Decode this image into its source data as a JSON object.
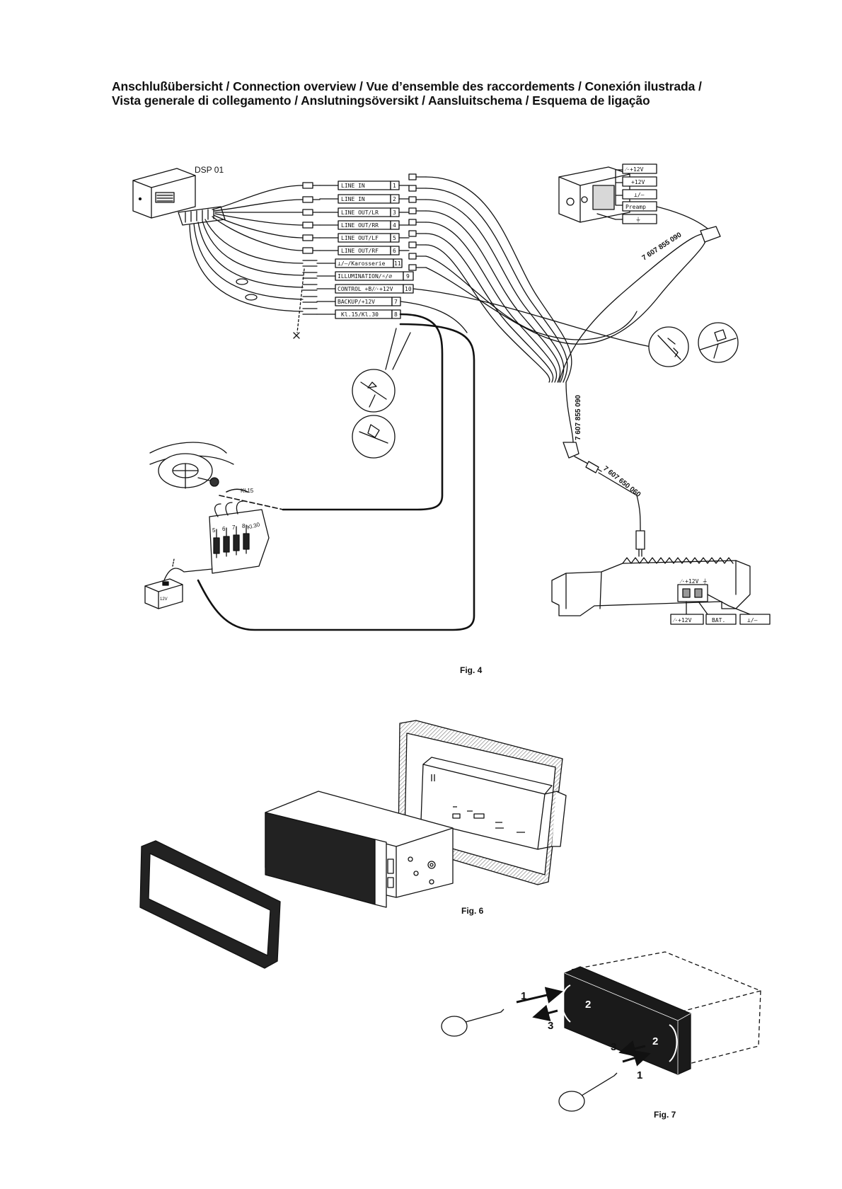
{
  "header": {
    "title_line1": "Anschlußübersicht / Connection overview / Vue d’ensemble des raccordements / Conexión ilustrada /",
    "title_line2": "Vista generale di collegamento / Anslutningsöversikt / Aansluitschema / Esquema de ligação"
  },
  "fig4": {
    "label": "Fig. 4",
    "device_label": "DSP 01",
    "connectors": [
      {
        "label": "LINE IN",
        "pin": "1"
      },
      {
        "label": "LINE IN",
        "pin": "2"
      },
      {
        "label": "LINE OUT/LR",
        "pin": "3"
      },
      {
        "label": "LINE OUT/RR",
        "pin": "4"
      },
      {
        "label": "LINE OUT/LF",
        "pin": "5"
      },
      {
        "label": "LINE OUT/RF",
        "pin": "6"
      },
      {
        "label": "⊥/–/Karosserie",
        "pin": "11"
      },
      {
        "label": "ILLUMINATION/☼/⌀",
        "pin": "9"
      },
      {
        "label": "CONTROL +B/⁄·+12V",
        "pin": "10"
      },
      {
        "label": "BACKUP/+12V",
        "pin": "7"
      },
      {
        "label": "Kl.15/Kl.30",
        "pin": "8"
      }
    ],
    "radio_terminals": [
      "⁄·+12V",
      "+12V",
      "⊥/–",
      "Preamp",
      "⏚"
    ],
    "cable_part_1": "7 607 855 090",
    "cable_part_2": "7 607 855 090",
    "cable_part_3": "7 607 650 060",
    "kl15_label": "Kl.15",
    "kl30_label": "Kl.30",
    "fuse_labels": [
      "5",
      "6",
      "7",
      "8"
    ],
    "battery_label": "12V",
    "amp_top_label": "⁄·+12V ⏚",
    "amp_terminals": [
      "⁄·+12V",
      "BAT.",
      "⊥/–"
    ]
  },
  "fig6": {
    "label": "Fig. 6"
  },
  "fig7": {
    "label": "Fig. 7",
    "steps": [
      "1",
      "3",
      "2",
      "2",
      "3",
      "1"
    ]
  }
}
